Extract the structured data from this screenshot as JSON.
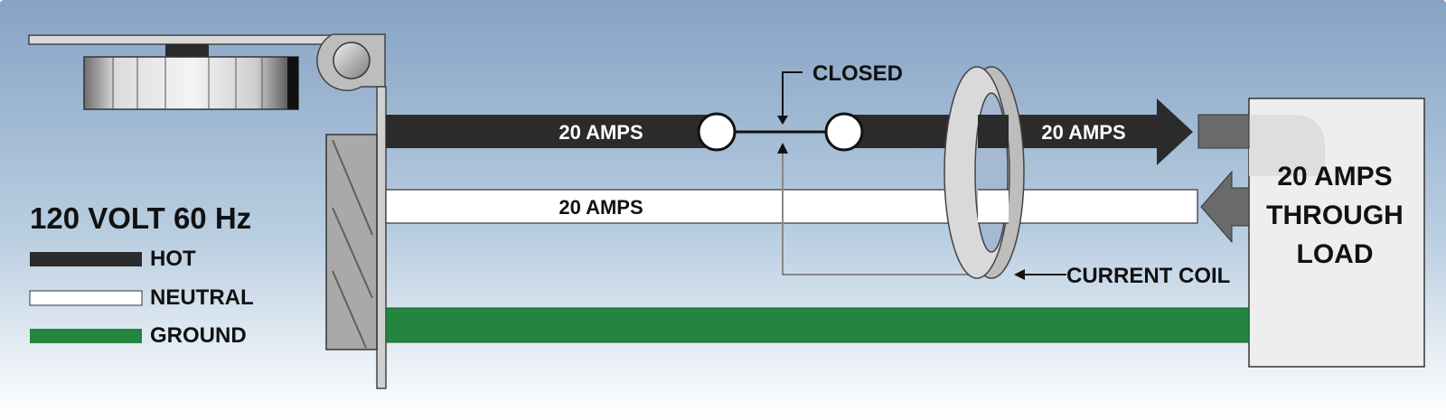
{
  "voltage_title": "120 VOLT 60 Hz",
  "legend": {
    "hot": "HOT",
    "neutral": "NEUTRAL",
    "ground": "GROUND"
  },
  "wires": {
    "hot_left_label": "20 AMPS",
    "hot_right_label": "20 AMPS",
    "neutral_label": "20 AMPS"
  },
  "contacts_label": "CLOSED",
  "coil_label": "CURRENT COIL",
  "load": {
    "line1": "20 AMPS",
    "line2": "THROUGH",
    "line3": "LOAD"
  },
  "colors": {
    "hot": "#2b2b2b",
    "neutral": "#ffffff",
    "ground": "#23853f",
    "background_top": "#8aa6c7",
    "background_bottom": "#ffffff",
    "load_box": "#eeeeee",
    "coil": "#d2d2d2"
  }
}
